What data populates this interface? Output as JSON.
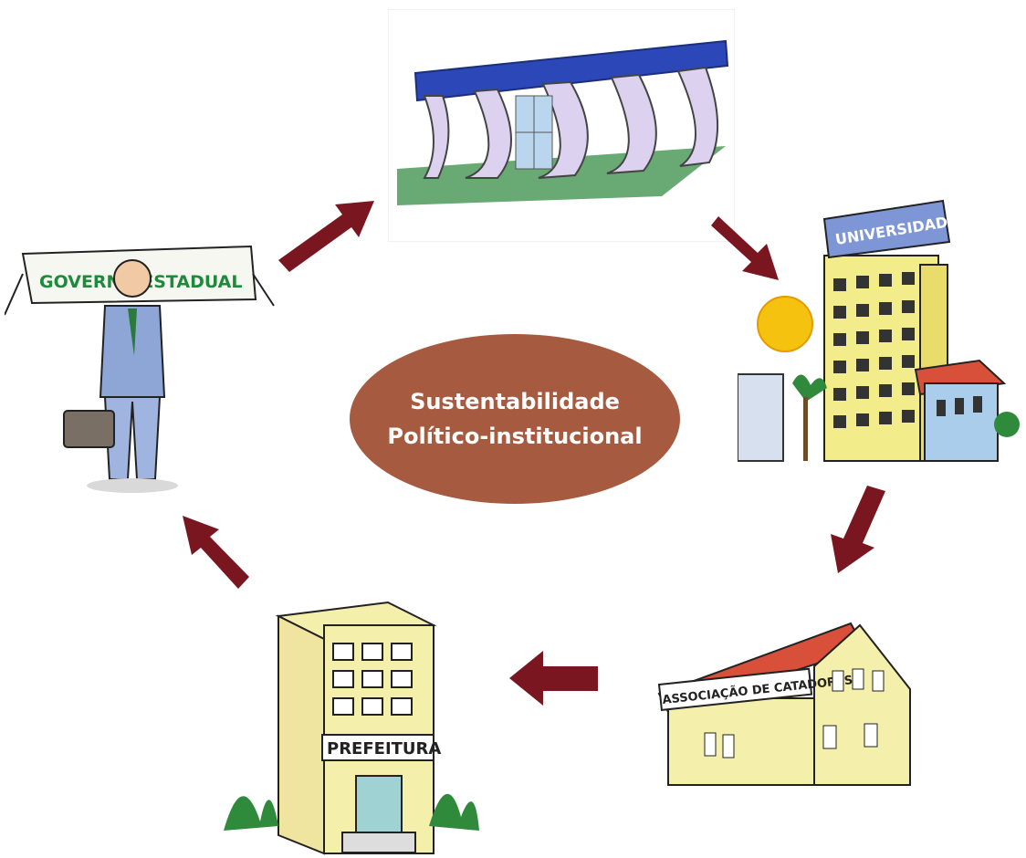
{
  "center": {
    "line1": "Sustentabilidade",
    "line2": "Político-institucional"
  },
  "nodes": {
    "governo": {
      "banner": "GOVERNO ESTADUAL"
    },
    "universidade": {
      "sign": "UNIVERSIDADE"
    },
    "associacao": {
      "sign": "ASSOCIAÇÃO DE CATADORES"
    },
    "prefeitura": {
      "sign": "PREFEITURA"
    }
  },
  "colors": {
    "arrow": "#7a1620",
    "ellipse": "#a65a3f",
    "ellipse_text": "#ffffff"
  },
  "flow": [
    "planalto",
    "universidade",
    "associacao",
    "prefeitura",
    "governo"
  ]
}
